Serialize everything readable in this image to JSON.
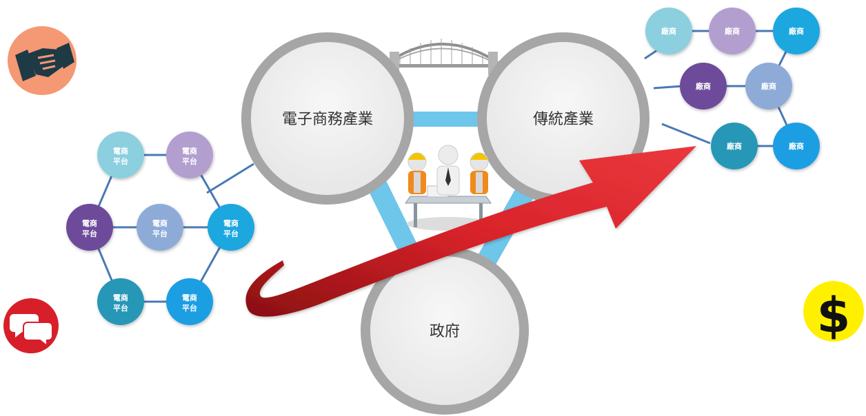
{
  "hubs": {
    "ecommerce": "電子商務產業",
    "traditional": "傳統產業",
    "government": "政府"
  },
  "ecommerce_nodes": [
    {
      "line1": "電商",
      "line2": "平台",
      "color": "#8ccfdf"
    },
    {
      "line1": "電商",
      "line2": "平台",
      "color": "#b29fd0"
    },
    {
      "line1": "電商",
      "line2": "平台",
      "color": "#6d4b9a"
    },
    {
      "line1": "電商",
      "line2": "平台",
      "color": "#8eabd8"
    },
    {
      "line1": "電商",
      "line2": "平台",
      "color": "#1fa7df"
    },
    {
      "line1": "電商",
      "line2": "平台",
      "color": "#2597b6"
    },
    {
      "line1": "電商",
      "line2": "平台",
      "color": "#1e9ee2"
    }
  ],
  "vendor_nodes": [
    {
      "label": "廠商",
      "color": "#8ccfdf"
    },
    {
      "label": "廠商",
      "color": "#b29fd0"
    },
    {
      "label": "廠商",
      "color": "#1fa7df"
    },
    {
      "label": "廠商",
      "color": "#6d4b9a"
    },
    {
      "label": "廠商",
      "color": "#8eabd8"
    },
    {
      "label": "廠商",
      "color": "#2597b6"
    },
    {
      "label": "廠商",
      "color": "#1e9ee2"
    }
  ],
  "icons": {
    "handshake": "handshake-icon",
    "chat": "chat-bubbles-icon",
    "dollar": "dollar-icon",
    "bridge": "bridge-icon",
    "meeting": "meeting-figures-icon",
    "arrow": "growth-arrow-icon"
  },
  "dollar_symbol": "$",
  "colors": {
    "hub_ring": "#a6a6a6",
    "hub_fill": "#eeeeee",
    "connector": "#6ec6ea",
    "link": "#4a78b5",
    "arrow": "#d42027",
    "handshake_bg": "#f59874",
    "chat_bg": "#d71f2a",
    "dollar_bg": "#fff000"
  }
}
